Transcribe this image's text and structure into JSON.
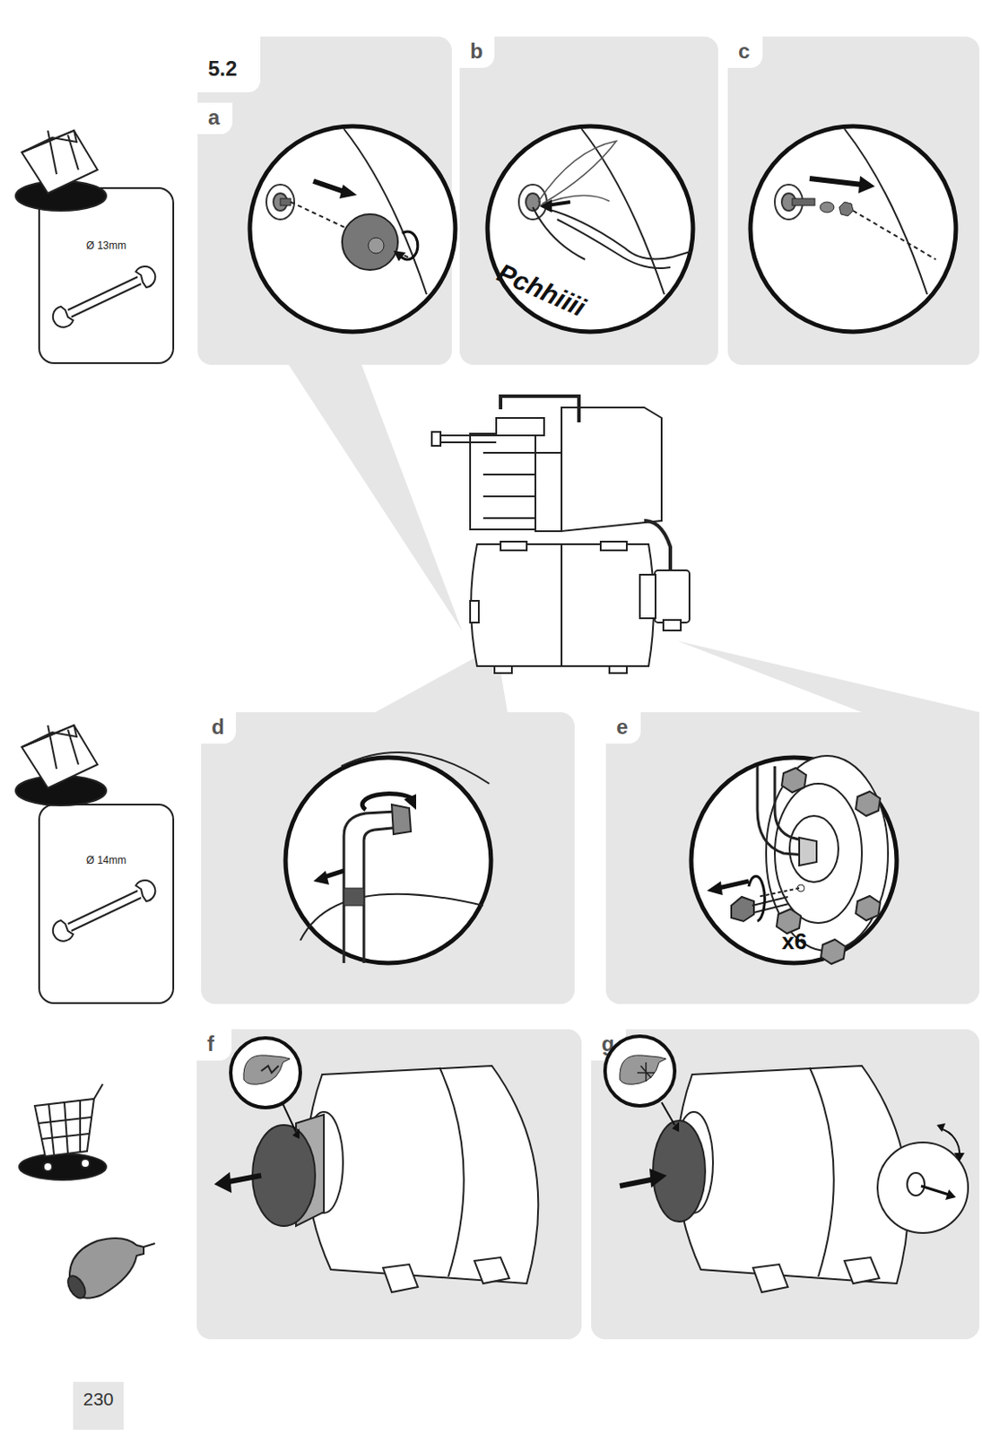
{
  "diagram": {
    "title": "5.2",
    "nodes": [
      {
        "text": [
          "Ø 13mm"
        ]
      },
      {
        "text": [
          "a"
        ]
      },
      {
        "text": [
          "b"
        ]
      },
      {
        "text": [
          "c"
        ]
      },
      {
        "text": [
          "Ø 14mm"
        ]
      },
      {
        "text": [
          "d"
        ]
      },
      {
        "text": [
          "e"
        ]
      },
      {
        "text": [
          "f"
        ]
      },
      {
        "text": [
          "g"
        ]
      }
    ],
    "labels": [
      "Pchhiiii",
      "x6",
      "230"
    ]
  }
}
